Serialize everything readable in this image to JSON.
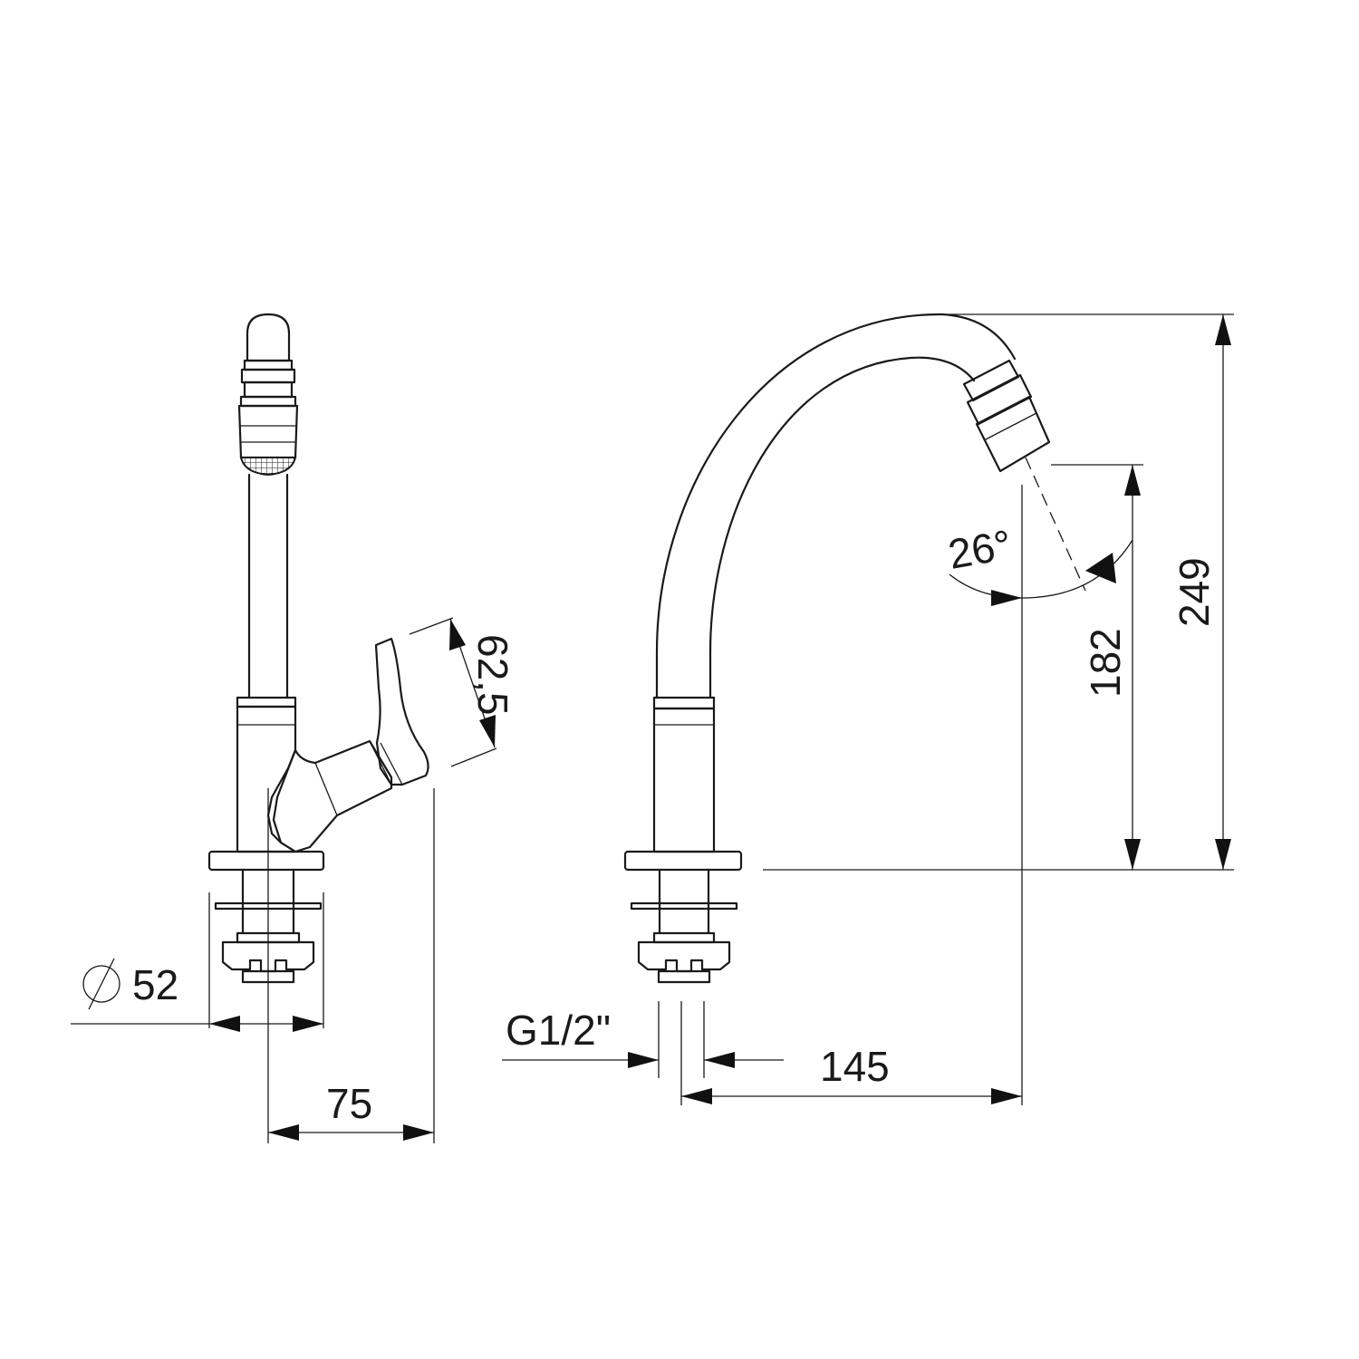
{
  "dimensions": {
    "diameter_symbol": "∅",
    "base_diameter": "52",
    "reach_side": "75",
    "handle_height": "62,5",
    "thread": "G1/2\"",
    "spout_reach": "145",
    "angle": "26°",
    "outlet_height": "182",
    "total_height": "249"
  },
  "colors": {
    "line": "#1a1a1a",
    "background": "#ffffff"
  }
}
